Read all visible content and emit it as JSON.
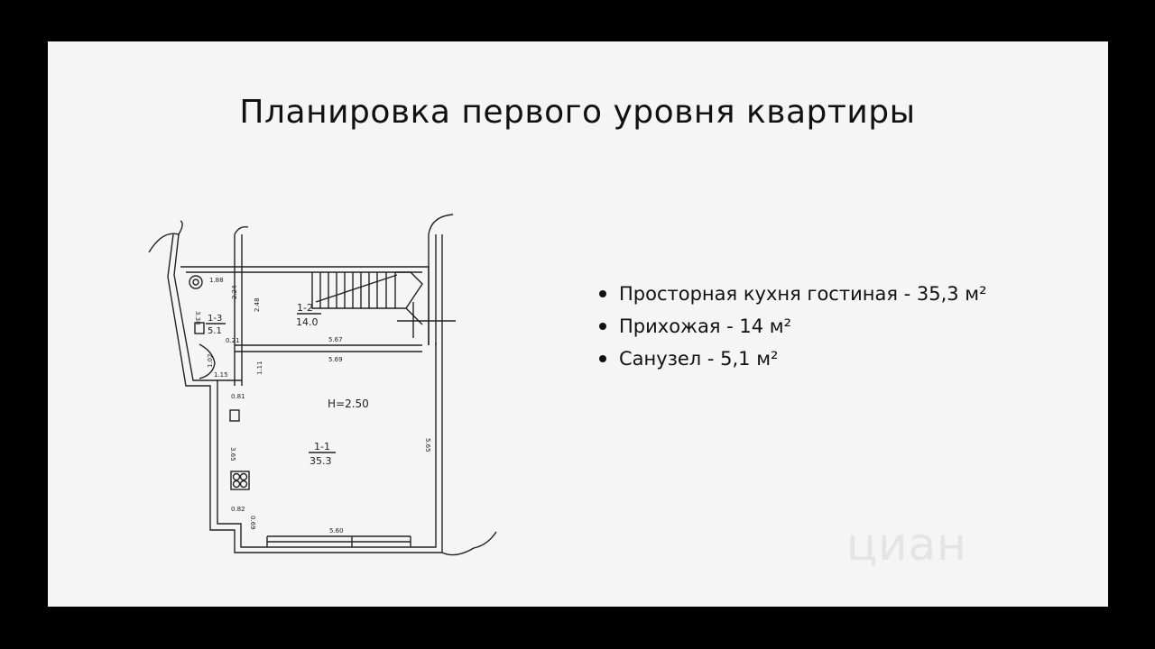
{
  "title": "Планировка первого уровня квартиры",
  "bullets": [
    "Просторная кухня гостиная - 35,3 м²",
    "Прихожая - 14 м²",
    "Санузел - 5,1 м²"
  ],
  "watermark": "циан",
  "plan": {
    "ceiling_height": "H=2.50",
    "rooms": [
      {
        "code": "1-1",
        "area": "35.3"
      },
      {
        "code": "1-2",
        "area": "14.0"
      },
      {
        "code": "1-3",
        "area": "5.1"
      }
    ],
    "dimensions": [
      "1.88",
      "3.30",
      "2.24",
      "2.48",
      "0.21",
      "5.67",
      "5.69",
      "1.02",
      "1.15",
      "1.11",
      "0.81",
      "3.65",
      "0.82",
      "0.69",
      "5.60",
      "5.65"
    ]
  }
}
